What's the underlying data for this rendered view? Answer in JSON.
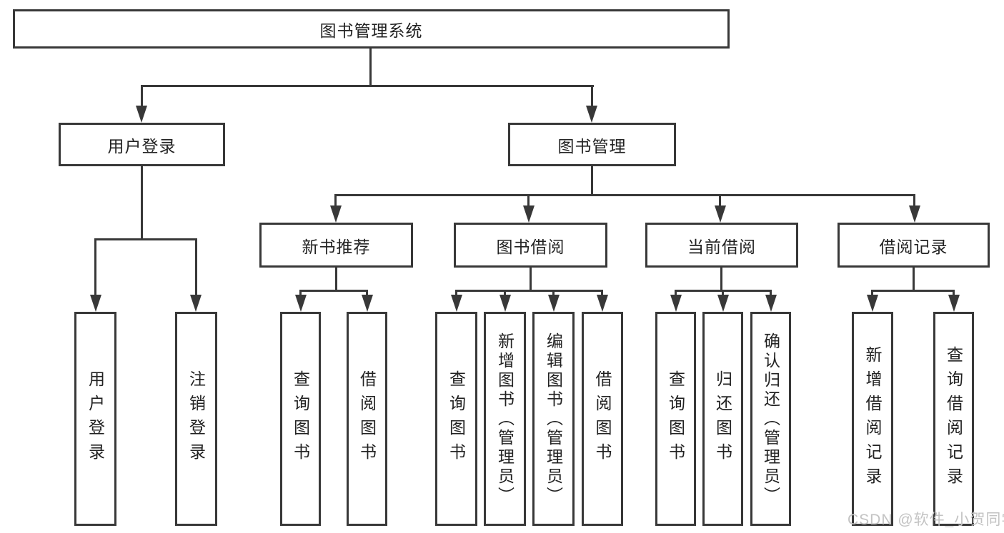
{
  "tree": {
    "label": "图书管理系统",
    "children": [
      {
        "label": "用户登录",
        "children": [
          {
            "label": "用户登录"
          },
          {
            "label": "注销登录"
          }
        ]
      },
      {
        "label": "图书管理",
        "children": [
          {
            "label": "新书推荐",
            "children": [
              {
                "label": "查询图书"
              },
              {
                "label": "借阅图书"
              }
            ]
          },
          {
            "label": "图书借阅",
            "children": [
              {
                "label": "查询图书"
              },
              {
                "label": "新增图书（管理员）"
              },
              {
                "label": "编辑图书（管理员）"
              },
              {
                "label": "借阅图书"
              }
            ]
          },
          {
            "label": "当前借阅",
            "children": [
              {
                "label": "查询图书"
              },
              {
                "label": "归还图书"
              },
              {
                "label": "确认归还（管理员）"
              }
            ]
          },
          {
            "label": "借阅记录",
            "children": [
              {
                "label": "新增借阅记录"
              },
              {
                "label": "查询借阅记录"
              }
            ]
          }
        ]
      }
    ]
  },
  "watermark": {
    "text": "CSDN @软件_小贺同学"
  },
  "colors": {
    "line": "#383838",
    "text": "#222222",
    "background": "#ffffff",
    "watermark": "#c3c3c3"
  }
}
